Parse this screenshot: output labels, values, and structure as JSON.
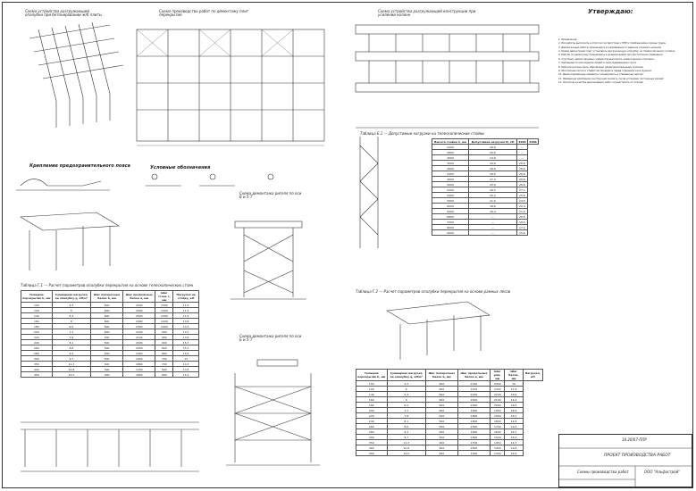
{
  "approval": "Утверждаю:",
  "titles": {
    "scheme1": "Схема устройства разгружающей опалубки при бетонировании ж/б плиты",
    "scheme2": "Схема производства работ по демонтажу плит перекрытия",
    "scheme3": "Схема устройства разгружающей конструкции при усилении колонн",
    "fasten": "Крепление предохранительного пояса",
    "legend": "Условные обозначения",
    "node1": "Схема демонтажа ригеля по оси В и 5-7",
    "node2": "Схема демонтажа ригеля по оси Б и 5-7"
  },
  "table1": {
    "caption": "Таблица Г.1 — Расчет параметров опалубки перекрытия на основе телескопических стоек",
    "headers": [
      "Толщина перекрытия h, мм",
      "Суммарная нагрузка на опалубку q, кН/м²",
      "Шаг поперечных балок b, мм",
      "Шаг продольных балок a, мм",
      "Шаг стоек c, мм",
      "Нагрузка на стойку, кН"
    ],
    "rows": [
      [
        "100",
        "4,3",
        "600",
        "2500",
        "1500",
        "11,5"
      ],
      [
        "120",
        "5",
        "600",
        "2500",
        "1200",
        "11,5"
      ],
      [
        "140",
        "5,3",
        "600",
        "2500",
        "1000",
        "11,5"
      ],
      [
        "160",
        "6",
        "600",
        "2400",
        "1000",
        "13,6"
      ],
      [
        "180",
        "6,5",
        "600",
        "2300",
        "1000",
        "14,3"
      ],
      [
        "200",
        "7,1",
        "600",
        "2200",
        "900",
        "13,7"
      ],
      [
        "220",
        "7,8",
        "500",
        "2100",
        "900",
        "13,6"
      ],
      [
        "240",
        "8,1",
        "500",
        "2000",
        "900",
        "15,7"
      ],
      [
        "260",
        "8,6",
        "500",
        "2000",
        "800",
        "15,1"
      ],
      [
        "280",
        "9,3",
        "500",
        "1900",
        "800",
        "15,5"
      ],
      [
        "300",
        "9,7",
        "500",
        "1900",
        "700",
        "13"
      ],
      [
        "350",
        "11,3",
        "400",
        "1800",
        "700",
        "14,3"
      ],
      [
        "400",
        "12,8",
        "400",
        "1700",
        "600",
        "13,5"
      ],
      [
        "450",
        "14,5",
        "400",
        "1600",
        "600",
        "15,1"
      ]
    ]
  },
  "table2": {
    "caption": "Таблица Е.1 — Допустимые нагрузки на телескопические стойки",
    "headers": [
      "Высота стойки h, мм",
      "Допустимая нагрузка N, кН",
      "4200",
      "4300"
    ],
    "rows": [
      [
        "2200",
        "26,6",
        "—"
      ],
      [
        "2600",
        "25,6",
        "—"
      ],
      [
        "3000",
        "24,8",
        "—"
      ],
      [
        "3500",
        "26,6",
        "26,6"
      ],
      [
        "4000",
        "26,6",
        "26,6"
      ],
      [
        "4400",
        "26,6",
        "26,6"
      ],
      [
        "4600",
        "27,3",
        "26,6"
      ],
      [
        "5000",
        "25,6",
        "26,6"
      ],
      [
        "5200",
        "26,5",
        "27,1"
      ],
      [
        "5400",
        "25,2",
        "25,6"
      ],
      [
        "5600",
        "21,5",
        "24,5"
      ],
      [
        "6000",
        "18,6",
        "22,4"
      ],
      [
        "6400",
        "16,4",
        "21,0"
      ],
      [
        "6600",
        "—",
        "20,5"
      ],
      [
        "7000",
        "—",
        "18,5"
      ],
      [
        "8000",
        "—",
        "17,2"
      ],
      [
        "9000",
        "—",
        "15,6"
      ]
    ]
  },
  "table3": {
    "caption": "Таблица Г.2 — Расчет параметров опалубки перекрытия на основе рамных лесов",
    "headers": [
      "Толщина перекрытия h, мм",
      "Суммарная нагрузка на опалубку q, кН/м²",
      "Шаг поперечных балок b, мм",
      "Шаг продольных балок a, мм",
      "Шаг рам, мм",
      "Шаг балок, мм",
      "Нагрузка, кН"
    ],
    "rows": [
      [
        "100",
        "4,3",
        "600",
        "2150",
        "2400",
        "10"
      ],
      [
        "120",
        "5",
        "600",
        "2150",
        "2300",
        "17,6"
      ],
      [
        "140",
        "5,3",
        "600",
        "2100",
        "2200",
        "18,5"
      ],
      [
        "160",
        "6",
        "600",
        "2000",
        "2100",
        "19,2"
      ],
      [
        "180",
        "6,5",
        "600",
        "2000",
        "2000",
        "18,5"
      ],
      [
        "200",
        "7,1",
        "600",
        "1900",
        "1950",
        "18,4"
      ],
      [
        "220",
        "7,8",
        "500",
        "1800",
        "1900",
        "18,7"
      ],
      [
        "240",
        "8,1",
        "500",
        "1800",
        "1800",
        "19,6"
      ],
      [
        "260",
        "8,6",
        "500",
        "1900",
        "1700",
        "19,5"
      ],
      [
        "280",
        "9,3",
        "500",
        "1900",
        "1600",
        "19,7"
      ],
      [
        "300",
        "9,7",
        "500",
        "1800",
        "1500",
        "18,4"
      ],
      [
        "350",
        "11,3",
        "400",
        "1700",
        "1450",
        "19,3"
      ],
      [
        "400",
        "12,8",
        "400",
        "1600",
        "1400",
        "19,6"
      ],
      [
        "450",
        "14,5",
        "400",
        "1500",
        "1300",
        "19,5"
      ]
    ]
  },
  "notes": [
    "1. Примечания:",
    "2. Все работы выполнять в строгом соответствии с ППР и требованиями охраны труда.",
    "3. Демонтажные работы производить в направлении от верхних этажей к нижним.",
    "4. Перед демонтажем плит установить разгружающую опалубку на телескопических стойках.",
    "5. Работы по демонтажу производить в дневное время при достаточном освещении.",
    "6. Строповку демонтируемых элементов выполнять инвентарными стропами.",
    "7. Запрещается нахождение людей в зоне перемещения груза.",
    "8. Рабочие должны быть обеспечены предохранительными поясами.",
    "9. Монтажные петли и отверстия проверить перед подъемом конструкций.",
    "10. Демонтированные элементы складировать в отведенных местах.",
    "11. Временное крепление конструкций снимать после установки постоянных связей.",
    "12. Контроль качества выполняемых работ осуществлять по этапам."
  ],
  "stamp": {
    "code": "18.20/07-ППР",
    "project": "ПРОЕКТ ПРОИЗВОДСТВА РАБОТ",
    "sheet": "Схемы производства работ",
    "company": "ООО \"Альфастрой\""
  }
}
